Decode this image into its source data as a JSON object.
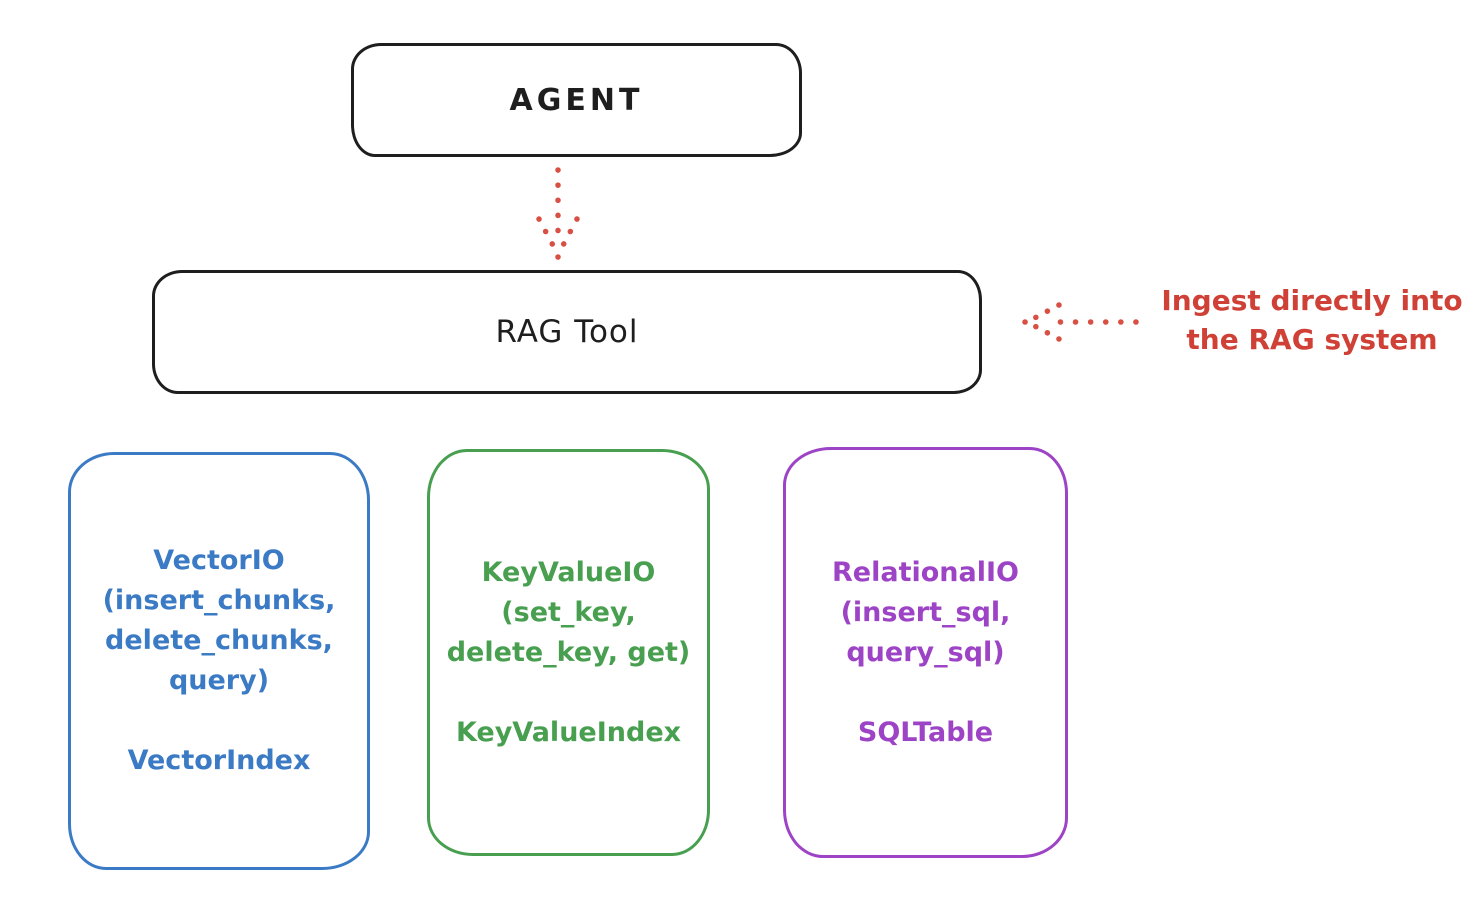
{
  "nodes": {
    "agent_label": "AGENT",
    "rag_tool_label": "RAG Tool"
  },
  "annotation": {
    "line1": "Ingest directly into",
    "line2": "the RAG system"
  },
  "backends": [
    {
      "id": "vector-io",
      "color": "#3b7ac4",
      "lines": [
        "VectorIO",
        "(insert_chunks,",
        "delete_chunks,",
        "query)"
      ],
      "index": "VectorIndex"
    },
    {
      "id": "keyvalue-io",
      "color": "#479f4f",
      "lines": [
        "KeyValueIO",
        "(set_key,",
        "delete_key, get)"
      ],
      "index": "KeyValueIndex"
    },
    {
      "id": "relational-io",
      "color": "#9d43c6",
      "lines": [
        "RelationalIO",
        "(insert_sql,",
        "query_sql)"
      ],
      "index": "SQLTable"
    }
  ],
  "colors": {
    "ink": "#1e1e1e",
    "red": "#cf4136",
    "blue": "#3b7ac4",
    "green": "#479f4f",
    "purple": "#9d43c6",
    "background": "#ffffff"
  }
}
